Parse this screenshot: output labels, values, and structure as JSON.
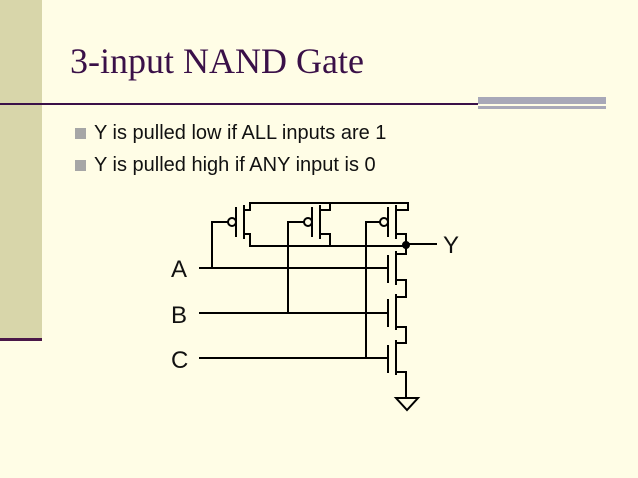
{
  "slide": {
    "title": "3-input NAND Gate",
    "bullets": [
      "Y is pulled low if ALL inputs are 1",
      "Y is pulled high if ANY input is 0"
    ]
  },
  "circuit": {
    "inputs": [
      "A",
      "B",
      "C"
    ],
    "output": "Y"
  },
  "colors": {
    "background": "#fffde6",
    "sidebar": "#d8d6aa",
    "title": "#3a1048",
    "accent_rule": "#a8a8b8"
  }
}
